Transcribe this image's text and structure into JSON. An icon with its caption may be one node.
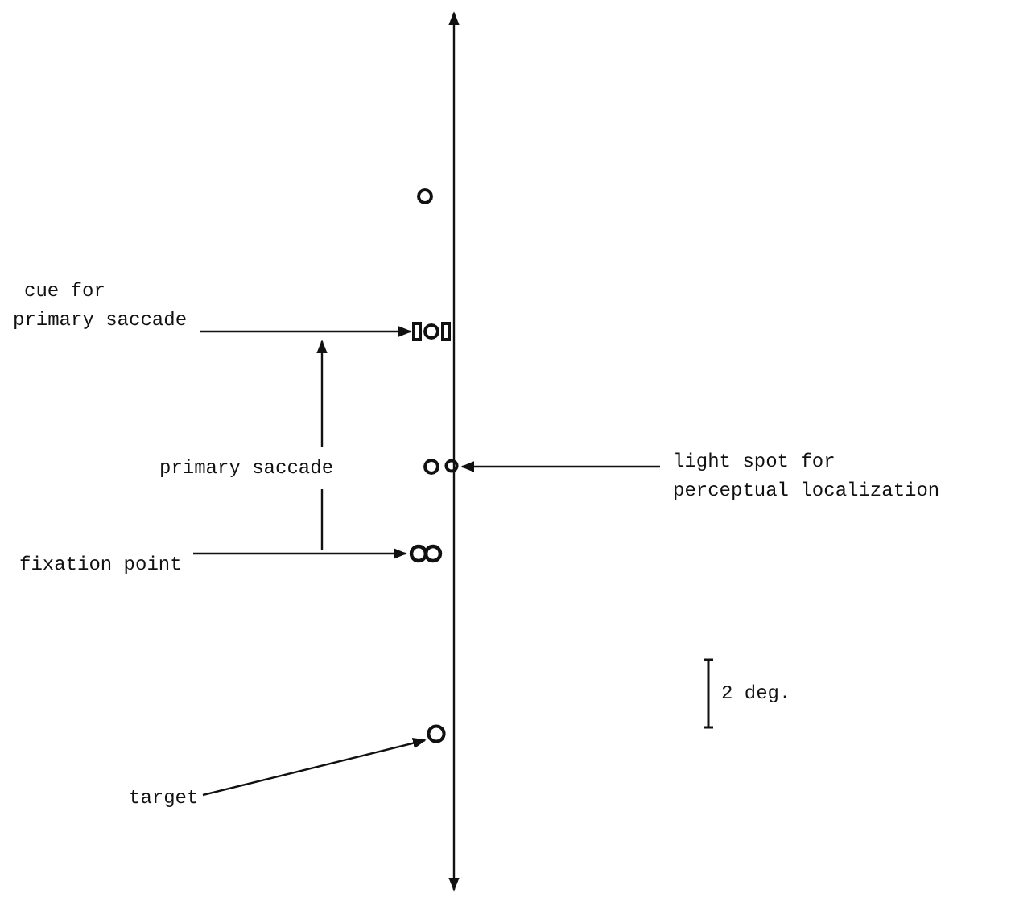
{
  "diagram": {
    "nodes": [
      {
        "text": [
          "cue for primary saccade"
        ]
      },
      {
        "text": [],
        "shape": "picture"
      },
      {
        "text": [
          "light spot for perceptual localization"
        ]
      },
      {
        "text": [],
        "shape": "circle"
      },
      {
        "text": [
          "fixation point"
        ]
      },
      {
        "text": [],
        "shape": "circle"
      },
      {
        "text": [
          "target"
        ]
      },
      {
        "text": [],
        "shape": "circle"
      }
    ],
    "edges": [
      {
        "from": 0,
        "to": 1,
        "arrow": "to"
      },
      {
        "from": 2,
        "to": 3,
        "arrow": "to"
      },
      {
        "from": 4,
        "to": 5,
        "arrow": "to"
      },
      {
        "from": 6,
        "to": 7,
        "arrow": "to"
      }
    ],
    "labels": [
      "primary saccade",
      "2 deg."
    ]
  }
}
